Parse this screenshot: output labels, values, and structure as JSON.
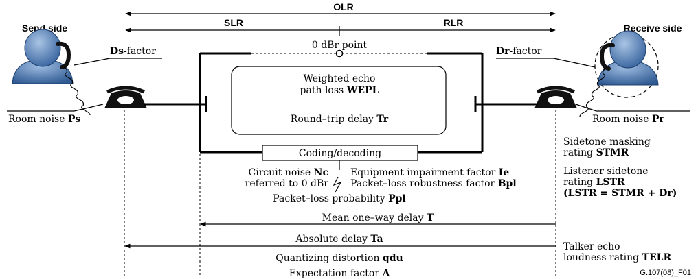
{
  "labels": {
    "send_side": "Send side",
    "receive_side": "Receive side",
    "olr": "OLR",
    "slr": "SLR",
    "rlr": "RLR",
    "dbr_point": "0 dBr  point",
    "ds_factor_a": "Ds",
    "ds_factor_b": "-factor",
    "dr_factor_a": "Dr",
    "dr_factor_b": "-factor",
    "room_noise_ps_a": "Room noise ",
    "room_noise_ps_b": "Ps",
    "room_noise_pr_a": "Room noise ",
    "room_noise_pr_b": "Pr",
    "wepl_1": "Weighted echo",
    "wepl_2a": "path loss ",
    "wepl_2b": "WEPL",
    "rtd_a": "Round–trip delay ",
    "rtd_b": "Tr",
    "coding": "Coding/decoding",
    "circuit_noise_a": "Circuit noise ",
    "circuit_noise_b": "Nc",
    "referred": "referred to 0 dBr",
    "equip_a": "Equipment impairment factor ",
    "equip_b": "Ie",
    "packet_rob_a": "Packet–loss robustness factor ",
    "packet_rob_b": "Bpl",
    "packet_prob_a": "Packet–loss probability ",
    "packet_prob_b": "Ppl",
    "mean_delay_a": "Mean one–way delay ",
    "mean_delay_b": "T",
    "abs_delay_a": "Absolute delay ",
    "abs_delay_b": "Ta",
    "quant_a": "Quantizing distortion ",
    "quant_b": "qdu",
    "expect_a": "Expectation factor ",
    "expect_b": "A",
    "stmr_1": "Sidetone masking",
    "stmr_2a": "rating ",
    "stmr_2b": "STMR",
    "lstr_1": "Listener sidetone",
    "lstr_2a": "rating ",
    "lstr_2b": "LSTR",
    "lstr_3": "(LSTR = STMR + Dr)",
    "telr_1": "Talker echo",
    "telr_2a": "loudness rating ",
    "telr_2b": "TELR",
    "figure_id": "G.107(08)_F01"
  }
}
